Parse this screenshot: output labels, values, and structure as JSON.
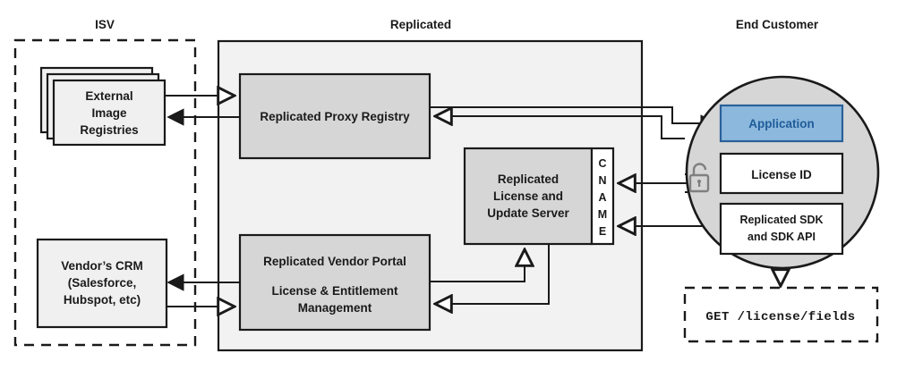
{
  "diagram": {
    "title_groups": [
      {
        "id": "isv",
        "label": "ISV"
      },
      {
        "id": "replicated",
        "label": "Replicated"
      },
      {
        "id": "end-customer",
        "label": "End Customer"
      }
    ],
    "isv": {
      "external_registries": "External\nImage\nRegistries",
      "external_registries_lines": [
        "External",
        "Image",
        "Registries"
      ],
      "vendor_crm_lines": [
        "Vendor’s CRM",
        "(Salesforce,",
        "Hubspot, etc)"
      ]
    },
    "replicated": {
      "proxy_registry": "Replicated Proxy Registry",
      "license_server_lines": [
        "Replicated",
        "License and",
        "Update Server"
      ],
      "cname_letters": [
        "C",
        "N",
        "A",
        "M",
        "E"
      ],
      "cname_label": "CNAME",
      "vendor_portal_line1": "Replicated Vendor Portal",
      "vendor_portal_line2": "License & Entitlement",
      "vendor_portal_line3": "Management"
    },
    "end_customer": {
      "application": "Application",
      "license_id": "License ID",
      "sdk_lines": [
        "Replicated SDK",
        "and SDK API"
      ],
      "api_call": "GET /license/fields",
      "lock_icon_name": "unlocked-padlock-icon"
    },
    "colors": {
      "panel_background": "#f2f2f2",
      "node_gray": "#d6d6d6",
      "node_light": "#f0f0f0",
      "circle_gray": "#d6d6d6",
      "application_fill": "#8cb8dd",
      "application_border": "#2a6099",
      "application_text": "#1f5c99",
      "line": "#1a1a1a",
      "lock": "#808080",
      "page_background": "#ffffff"
    }
  }
}
